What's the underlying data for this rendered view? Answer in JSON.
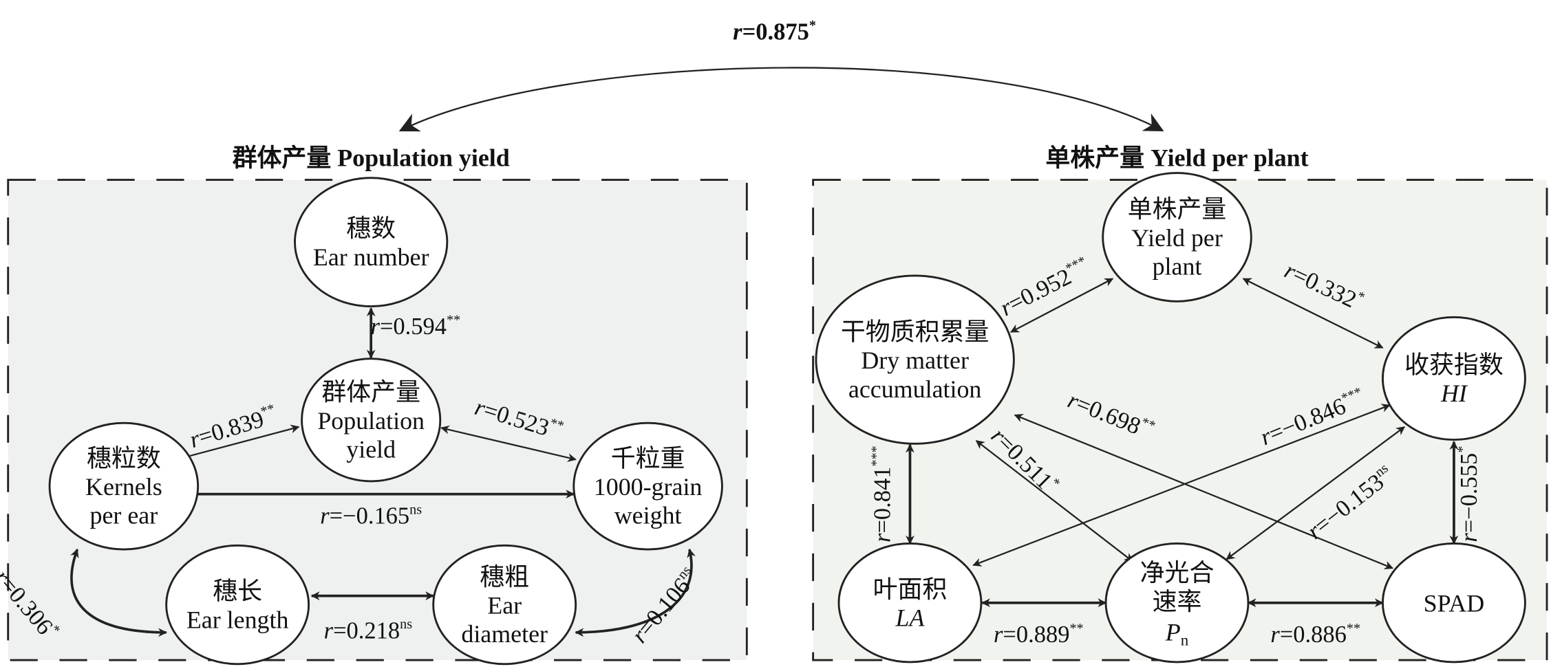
{
  "r_symbol": "r",
  "top_link": {
    "value": "=0.875",
    "sig": "*"
  },
  "panels": {
    "left": {
      "title": "群体产量 Population yield",
      "fill": "#eef1f0"
    },
    "right": {
      "title": "单株产量 Yield per plant",
      "fill": "#f1f4ee"
    }
  },
  "nodes": {
    "ear_number": [
      "穗数",
      "Ear number"
    ],
    "population_yield": [
      "群体产量",
      "Population",
      "yield"
    ],
    "kernels_per_ear": [
      "穗粒数",
      "Kernels",
      "per ear"
    ],
    "grain_weight": [
      "千粒重",
      "1000-grain",
      "weight"
    ],
    "ear_length": [
      "穗长",
      "Ear length"
    ],
    "ear_diameter": [
      "穗粗",
      "Ear",
      "diameter"
    ],
    "yield_per_plant": [
      "单株产量",
      "Yield per",
      "plant"
    ],
    "dry_matter": [
      "干物质积累量",
      "Dry matter",
      "accumulation"
    ],
    "hi": [
      "收获指数",
      "HI"
    ],
    "la": [
      "叶面积",
      "LA"
    ],
    "pn": [
      "净光合",
      "速率",
      "P",
      "n"
    ],
    "spad": [
      "SPAD"
    ]
  },
  "edges": [
    {
      "from": "ear_number",
      "to": "population_yield",
      "value": "=0.594",
      "sig": "**"
    },
    {
      "from": "kernels_per_ear",
      "to": "population_yield",
      "value": "=0.839",
      "sig": "**"
    },
    {
      "from": "population_yield",
      "to": "grain_weight",
      "value": "=0.523",
      "sig": "**"
    },
    {
      "from": "kernels_per_ear",
      "to": "grain_weight",
      "value": "=−0.165",
      "sig": "ns"
    },
    {
      "from": "kernels_per_ear",
      "to": "ear_length",
      "value": "=0.306",
      "sig": "*"
    },
    {
      "from": "ear_length",
      "to": "ear_diameter",
      "value": "=0.218",
      "sig": "ns"
    },
    {
      "from": "ear_diameter",
      "to": "grain_weight",
      "value": "=0.106",
      "sig": "ns"
    },
    {
      "from": "dry_matter",
      "to": "yield_per_plant",
      "value": "=0.952",
      "sig": "***"
    },
    {
      "from": "yield_per_plant",
      "to": "hi",
      "value": "=0.332",
      "sig": "*"
    },
    {
      "from": "dry_matter",
      "to": "la",
      "value": "=0.841",
      "sig": "***"
    },
    {
      "from": "dry_matter",
      "to": "pn",
      "value": "=0.511",
      "sig": "*"
    },
    {
      "from": "dry_matter",
      "to": "spad",
      "value": "=0.698",
      "sig": "**"
    },
    {
      "from": "hi",
      "to": "la",
      "value": "=−0.846",
      "sig": "***"
    },
    {
      "from": "hi",
      "to": "pn",
      "value": "=−0.153",
      "sig": "ns"
    },
    {
      "from": "hi",
      "to": "spad",
      "value": "=−0.555",
      "sig": "*"
    },
    {
      "from": "la",
      "to": "pn",
      "value": "=0.889",
      "sig": "**"
    },
    {
      "from": "pn",
      "to": "spad",
      "value": "=0.886",
      "sig": "**"
    }
  ]
}
